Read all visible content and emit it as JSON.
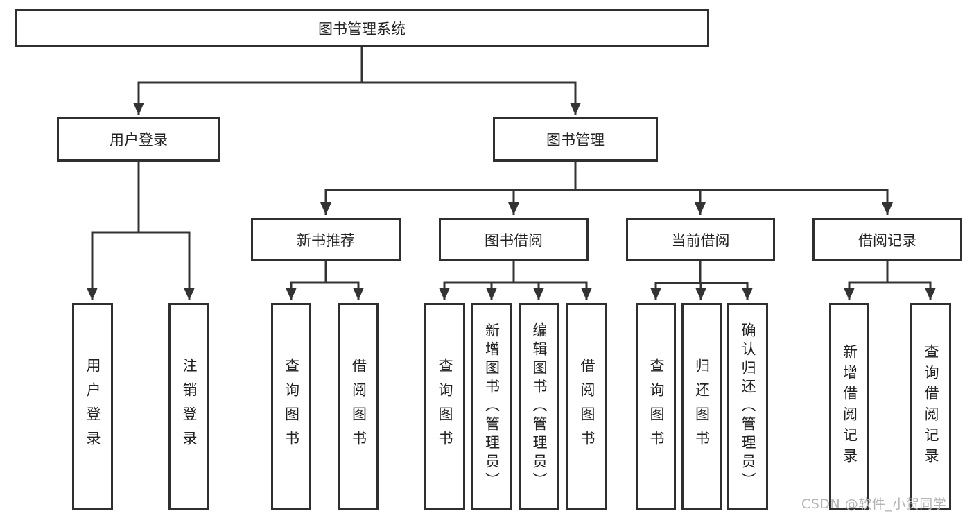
{
  "diagram": {
    "title": "图书管理系统",
    "root": "图书管理系统",
    "level1": [
      {
        "label": "用户登录",
        "children": [
          "用户登录",
          "注销登录"
        ]
      },
      {
        "label": "图书管理",
        "groups": [
          {
            "label": "新书推荐",
            "children": [
              "查询图书",
              "借阅图书"
            ]
          },
          {
            "label": "图书借阅",
            "children": [
              "查询图书",
              "新增图书（管理员）",
              "编辑图书（管理员）",
              "借阅图书"
            ]
          },
          {
            "label": "当前借阅",
            "children": [
              "查询图书",
              "归还图书",
              "确认归还（管理员）"
            ]
          },
          {
            "label": "借阅记录",
            "children": [
              "新增借阅记录",
              "查询借阅记录"
            ]
          }
        ]
      }
    ]
  },
  "watermark": {
    "text": "CSDN @软件_小贺同学"
  },
  "colors": {
    "line": "#333333",
    "box_border": "#2f2f2f",
    "text": "#222222",
    "watermark": "#b4b4b4",
    "background": "#ffffff"
  }
}
